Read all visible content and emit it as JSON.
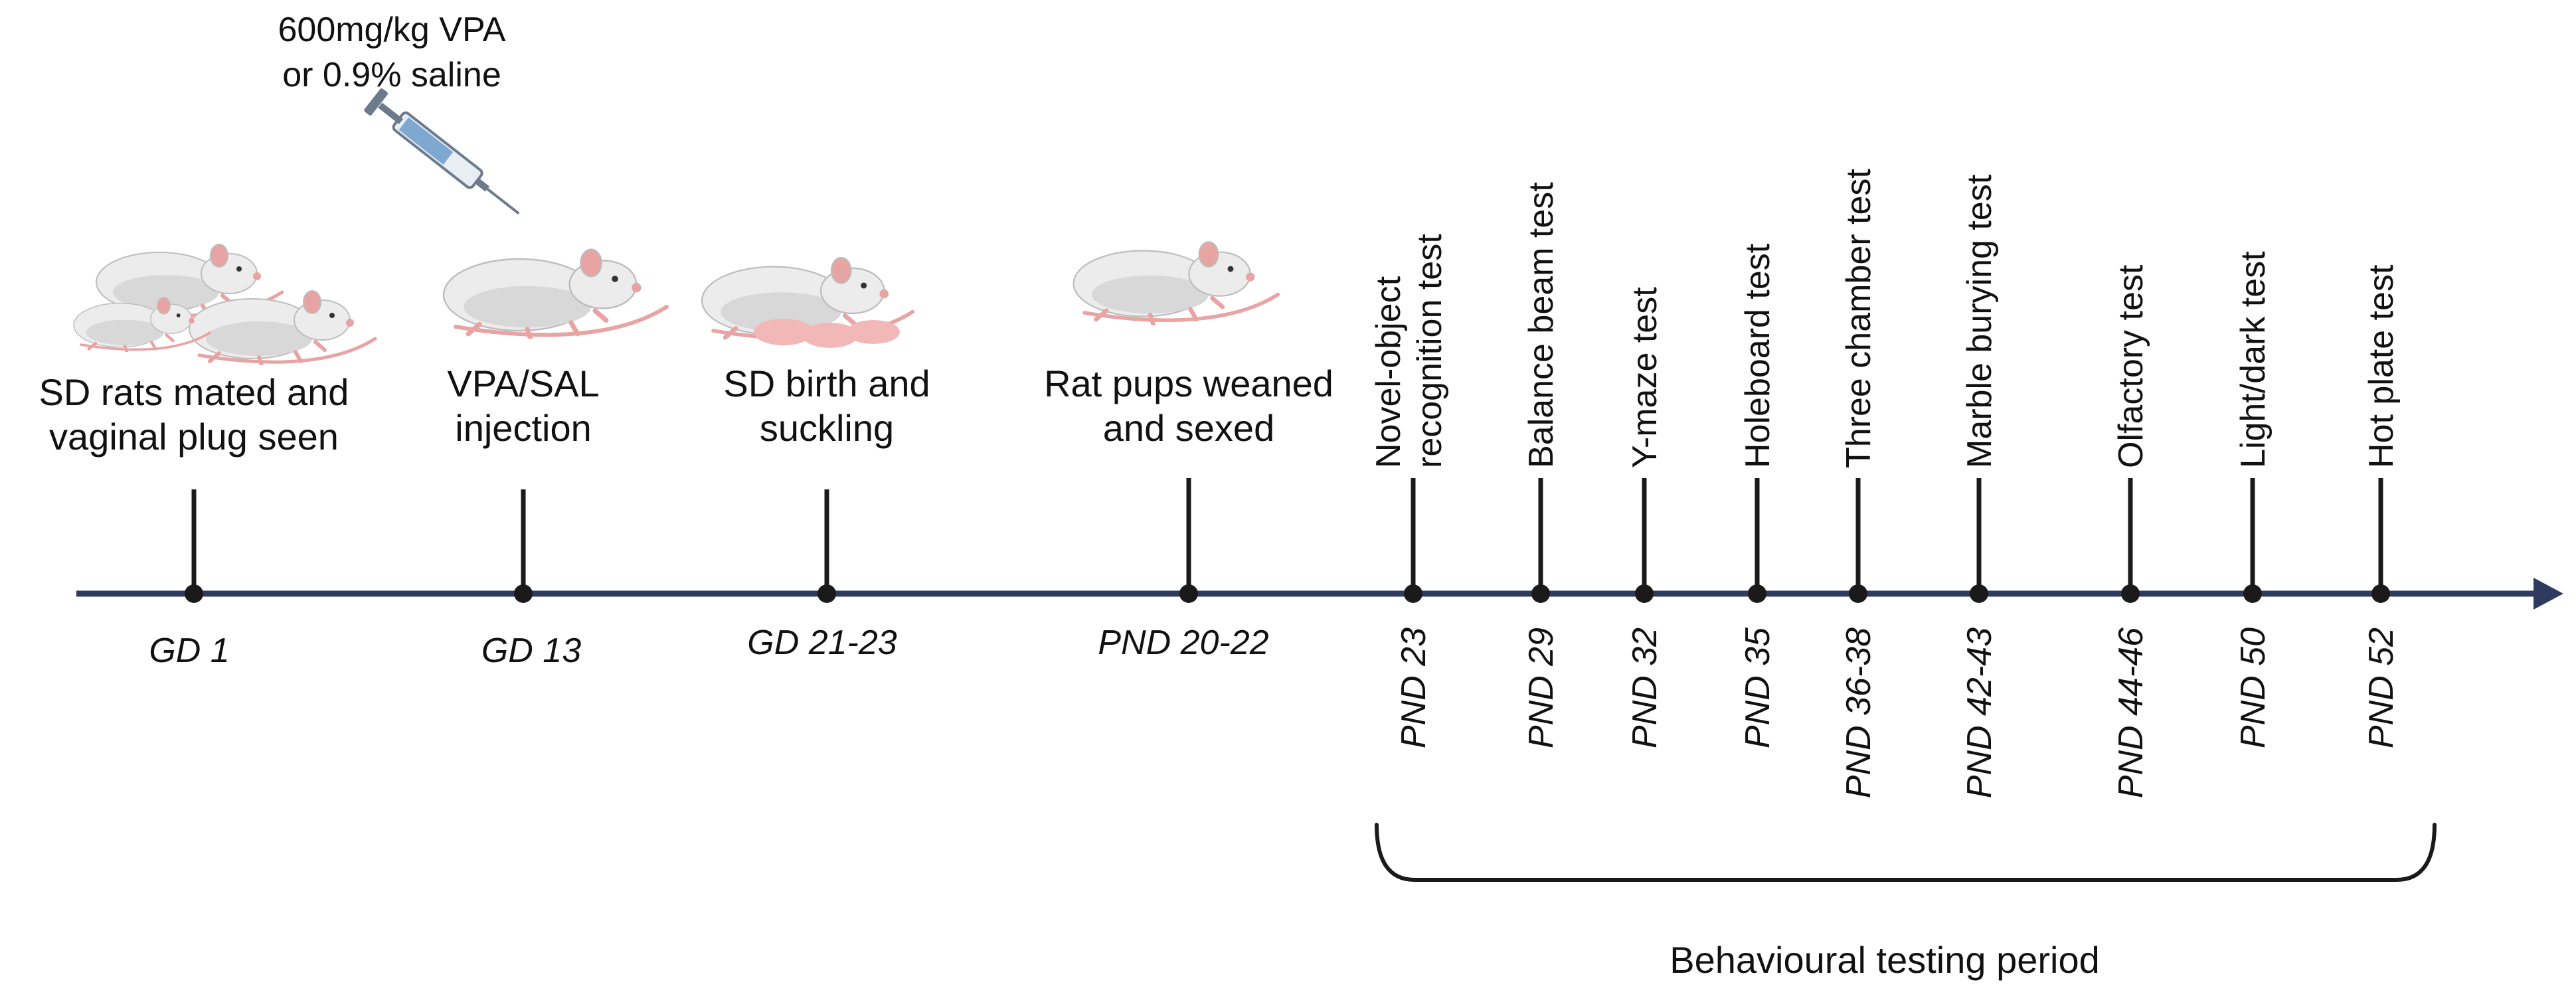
{
  "colors": {
    "axis": "#2e3a5e",
    "tick": "#1a1a1a",
    "text": "#111111",
    "rat_body": "#ececec",
    "rat_shade": "#d4d4d4",
    "rat_pink": "#e8a3a3"
  },
  "timeline": {
    "events": [
      {
        "day": "GD 1",
        "label": [
          "SD rats mated and",
          "vaginal plug seen"
        ],
        "icon": "mating-rats-icon"
      },
      {
        "day": "GD 13",
        "label": [
          "VPA/SAL",
          "injection"
        ],
        "icon": "injected-rat-icon"
      },
      {
        "day": "GD 21-23",
        "label": [
          "SD birth and",
          "suckling"
        ],
        "icon": "nursing-rat-icon"
      },
      {
        "day": "PND 20-22",
        "label": [
          "Rat pups weaned",
          "and sexed"
        ],
        "icon": "rat-pup-icon"
      }
    ],
    "treatment": [
      "600mg/kg VPA",
      "or 0.9% saline"
    ],
    "tests": [
      {
        "day": "PND 23",
        "label": [
          "Novel-object",
          "recognition test"
        ]
      },
      {
        "day": "PND 29",
        "label": [
          "Balance beam test"
        ]
      },
      {
        "day": "PND 32",
        "label": [
          "Y-maze test"
        ]
      },
      {
        "day": "PND 35",
        "label": [
          "Holeboard test"
        ]
      },
      {
        "day": "PND 36-38",
        "label": [
          "Three chamber test"
        ]
      },
      {
        "day": "PND 42-43",
        "label": [
          "Marble burying test"
        ]
      },
      {
        "day": "PND 44-46",
        "label": [
          "Olfactory test"
        ]
      },
      {
        "day": "PND 50",
        "label": [
          "Light/dark test"
        ]
      },
      {
        "day": "PND 52",
        "label": [
          "Hot plate test"
        ]
      }
    ],
    "period_label": "Behavioural testing period"
  },
  "icons": [
    "syringe-icon"
  ]
}
